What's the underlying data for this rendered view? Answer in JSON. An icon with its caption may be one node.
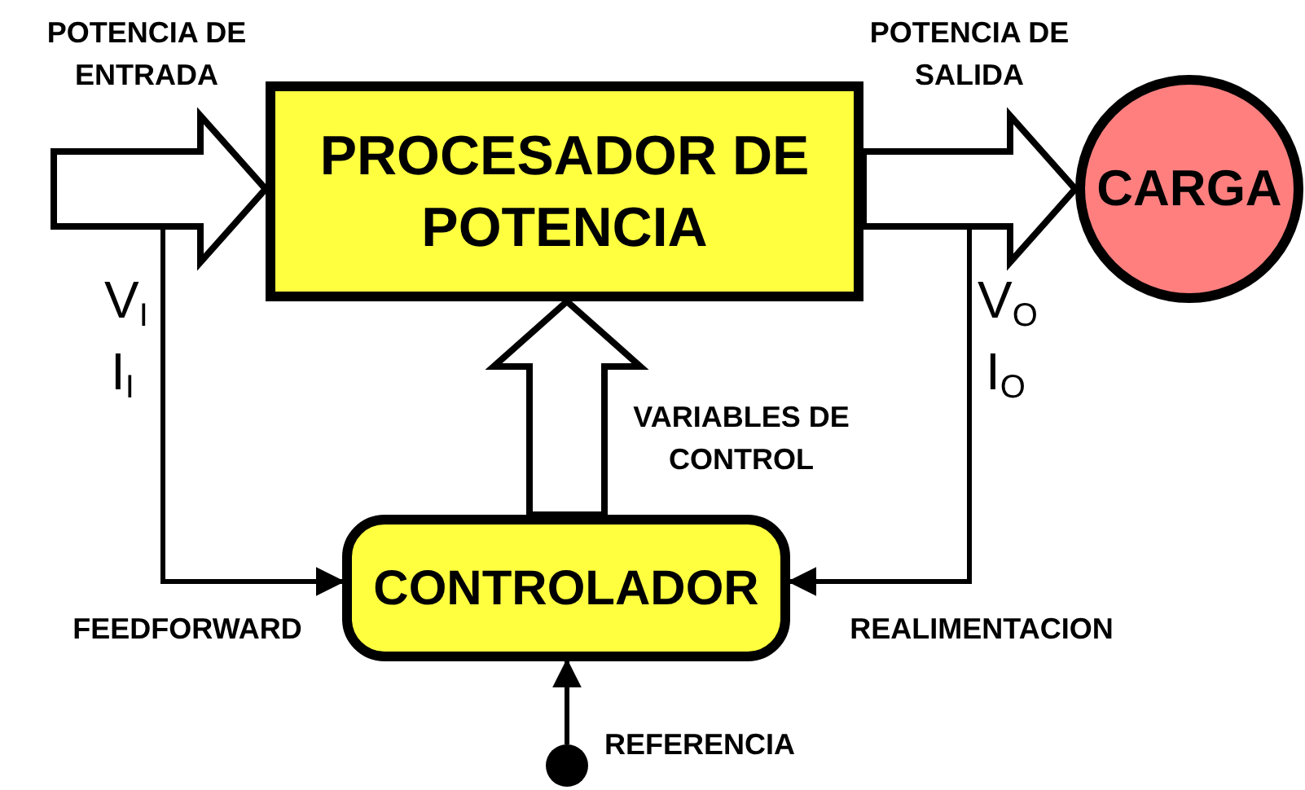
{
  "diagram": {
    "nodes": [
      {
        "text": [
          "PROCESADOR DE POTENCIA"
        ]
      },
      {
        "text": [
          "CARGA"
        ]
      },
      {
        "text": [
          "CONTROLADOR"
        ]
      },
      {
        "text": [],
        "shape": "circle",
        "beside": [
          "REFERENCIA"
        ]
      }
    ],
    "edges": [
      {
        "from": null,
        "to": 0,
        "arrow": "to",
        "style": "thick",
        "label": "POTENCIA DE ENTRADA"
      },
      {
        "from": 0,
        "to": 1,
        "arrow": "to",
        "style": "thick",
        "label": "POTENCIA DE SALIDA"
      },
      {
        "from": 2,
        "to": 0,
        "arrow": "to",
        "style": "thick",
        "label": "VARIABLES DE CONTROL"
      },
      {
        "from": null,
        "to": 2,
        "arrow": "to",
        "label": "FEEDFORWARD"
      },
      {
        "from": null,
        "to": 2,
        "arrow": "to",
        "label": "REALIMENTACION"
      },
      {
        "from": 3,
        "to": 2,
        "arrow": "to"
      }
    ],
    "labels": [
      "V$_{I}$",
      "I$_{I}$",
      "V$_{O}$",
      "I$_{O}$"
    ]
  }
}
